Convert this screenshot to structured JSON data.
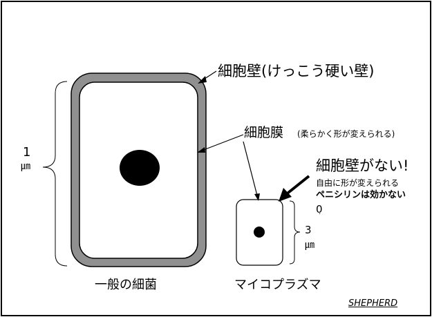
{
  "labels": {
    "cell_wall": "細胞壁(けっこう硬い壁)",
    "cell_membrane": "細胞膜",
    "cell_membrane_note": "(柔らかく形が変えられる)",
    "no_cell_wall": "細胞壁がない!",
    "shape_changeable": "自由に形が変えられる",
    "penicillin": "ペニシリンは効かない"
  },
  "dimensions": {
    "general_size": "1",
    "general_unit": "㎛",
    "myco_size_lead": "0",
    "myco_size_dot": ".",
    "myco_size_rest": "3",
    "myco_unit": "㎛"
  },
  "captions": {
    "general_bacteria": "一般の細菌",
    "mycoplasma": "マイコプラズマ"
  },
  "credit": "SHEPHERD",
  "colors": {
    "wall": "#909090",
    "outline": "#000000",
    "background": "#ffffff"
  }
}
